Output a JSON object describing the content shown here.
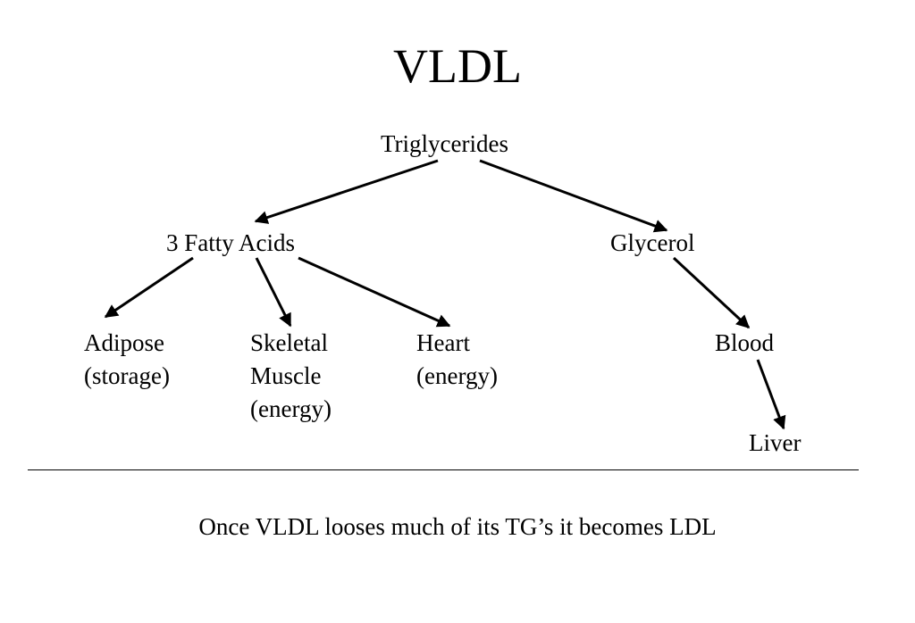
{
  "title": "VLDL",
  "nodes": {
    "triglycerides": "Triglycerides",
    "fatty_acids": "3 Fatty Acids",
    "glycerol": "Glycerol",
    "adipose": [
      "Adipose",
      "(storage)"
    ],
    "skeletal_muscle": [
      "Skeletal",
      "Muscle",
      "(energy)"
    ],
    "heart": [
      "Heart",
      "(energy)"
    ],
    "blood": "Blood",
    "liver": "Liver"
  },
  "edges": [
    {
      "from": "Triglycerides",
      "to": "3 Fatty Acids"
    },
    {
      "from": "Triglycerides",
      "to": "Glycerol"
    },
    {
      "from": "3 Fatty Acids",
      "to": "Adipose"
    },
    {
      "from": "3 Fatty Acids",
      "to": "Skeletal Muscle"
    },
    {
      "from": "3 Fatty Acids",
      "to": "Heart"
    },
    {
      "from": "Glycerol",
      "to": "Blood"
    },
    {
      "from": "Blood",
      "to": "Liver"
    }
  ],
  "footnote": "Once VLDL looses much of its TG’s it becomes LDL"
}
